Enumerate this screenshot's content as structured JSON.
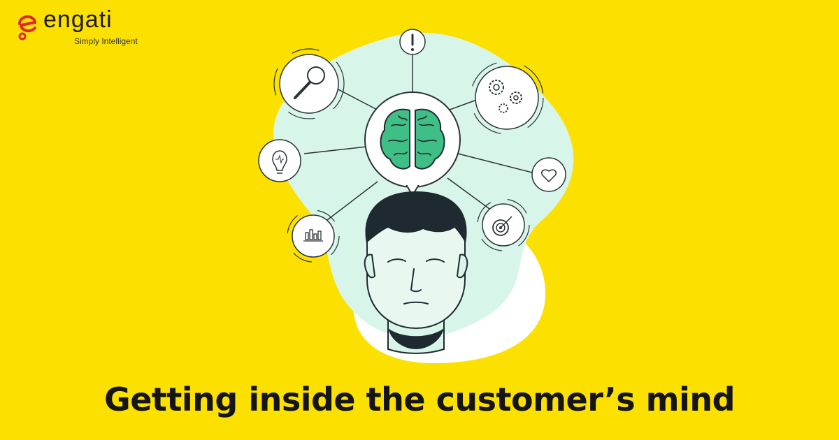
{
  "logo": {
    "name": "engati",
    "tagline": "Simply Intelligent",
    "accent_color": "#E4262E"
  },
  "headline": "Getting inside the customer’s mind",
  "illustration": {
    "icons": [
      "exclamation-icon",
      "magnifier-icon",
      "gears-icon",
      "lightbulb-icon",
      "heart-icon",
      "bar-chart-icon",
      "target-icon",
      "brain-icon"
    ],
    "colors": {
      "background": "#FCE000",
      "blob": "#D8F5EA",
      "brain": "#3FBF86",
      "outline": "#1F2A30"
    }
  }
}
